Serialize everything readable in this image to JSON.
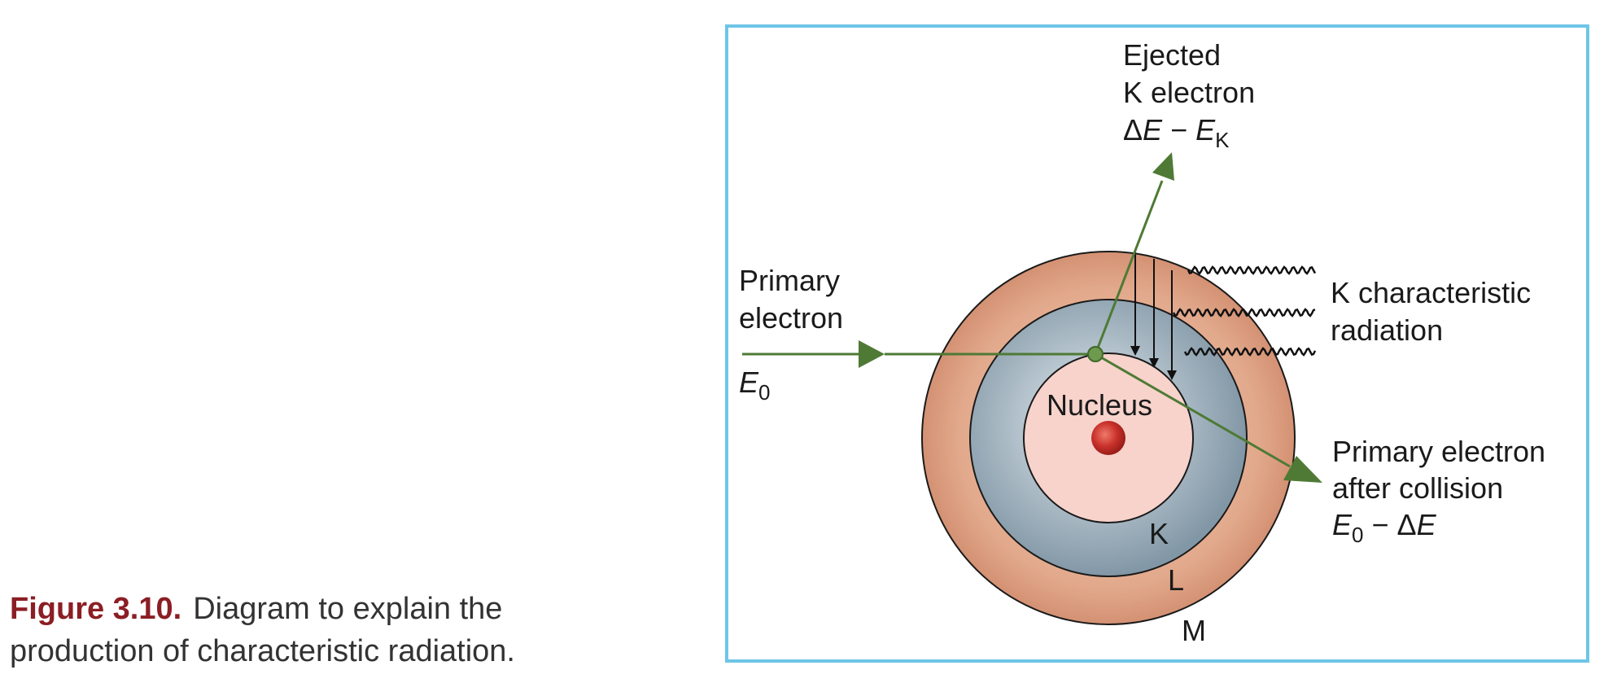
{
  "caption": {
    "figure_label": "Figure 3.10.",
    "text": "Diagram to explain the production of characteristic radiation."
  },
  "labels": {
    "ejected_line1": "Ejected",
    "ejected_line2": "K electron",
    "ejected_energy_delta": "Δ",
    "ejected_energy_E": "E",
    "ejected_energy_minus": " − ",
    "ejected_energy_EK": "E",
    "ejected_energy_sub": "K",
    "primary_line1": "Primary",
    "primary_line2": "electron",
    "primary_energy_E": "E",
    "primary_energy_sub": "0",
    "k_char_line1": "K characteristic",
    "k_char_line2": "radiation",
    "after_line1": "Primary electron",
    "after_line2": "after collision",
    "after_energy_E": "E",
    "after_energy_sub": "0",
    "after_energy_minus": " − Δ",
    "after_energy_E2": "E",
    "nucleus": "Nucleus",
    "shell_k": "K",
    "shell_l": "L",
    "shell_m": "M"
  },
  "colors": {
    "frame": "#6ec6e6",
    "arrow": "#4e7a35",
    "shell_m": "#d9987a",
    "shell_l": "#8fa4b2",
    "shell_k": "#f7d3cc",
    "nucleus": "#c8302a",
    "caption_label": "#8b1e24"
  }
}
